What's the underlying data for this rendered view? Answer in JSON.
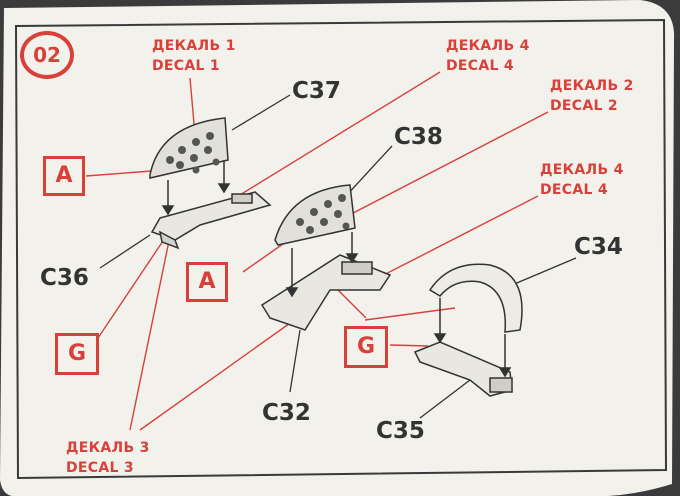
{
  "step": {
    "number": "02"
  },
  "decals": {
    "d1": {
      "ru": "ДЕКАЛЬ 1",
      "en": "DECAL 1"
    },
    "d4a": {
      "ru": "ДЕКАЛЬ 4",
      "en": "DECAL 4"
    },
    "d2": {
      "ru": "ДЕКАЛЬ 2",
      "en": "DECAL 2"
    },
    "d4b": {
      "ru": "ДЕКАЛЬ 4",
      "en": "DECAL 4"
    },
    "d3": {
      "ru": "ДЕКАЛЬ 3",
      "en": "DECAL 3"
    }
  },
  "parts": {
    "c37": "C37",
    "c38": "C38",
    "c36": "C36",
    "c34": "C34",
    "c32": "C32",
    "c35": "C35"
  },
  "markers": {
    "a1": "A",
    "a2": "A",
    "g1": "G",
    "g2": "G"
  },
  "colors": {
    "accent": "#d8413a",
    "paper": "#f3f1ec",
    "ink": "#333333"
  }
}
